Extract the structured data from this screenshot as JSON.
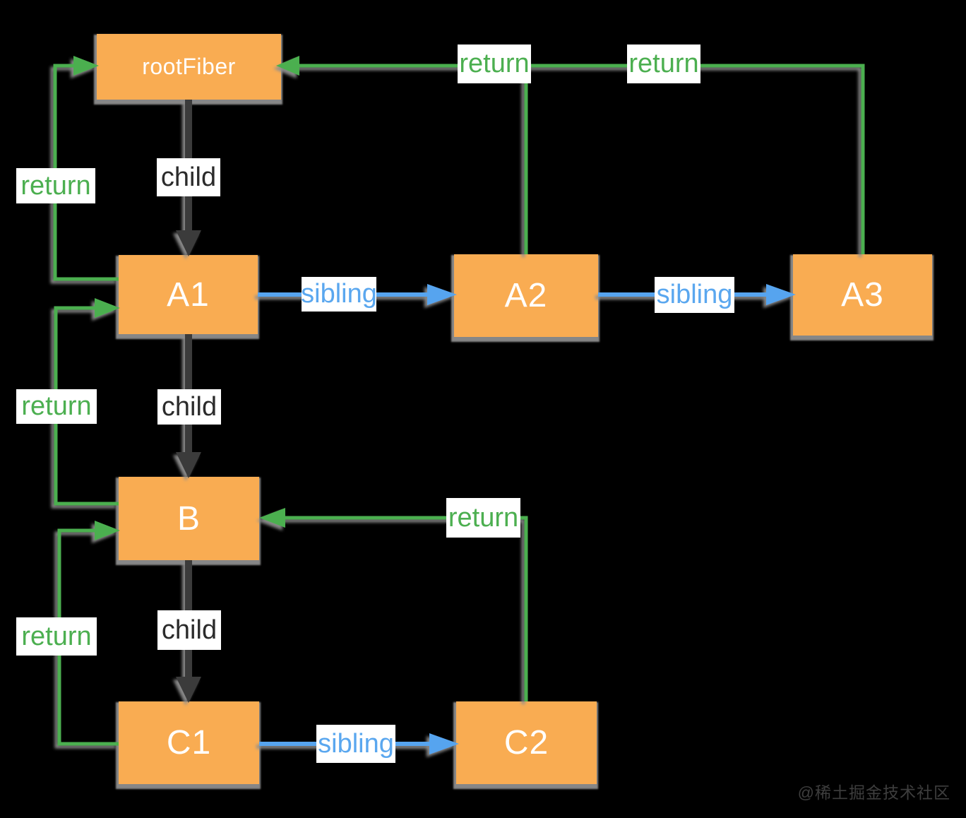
{
  "diagram": {
    "background_color": "#000000",
    "nodes": {
      "rootFiber": "rootFiber",
      "a1": "A1",
      "a2": "A2",
      "a3": "A3",
      "b": "B",
      "c1": "C1",
      "c2": "C2"
    },
    "edge_labels": {
      "child": "child",
      "sibling": "sibling",
      "return": "return"
    },
    "colors": {
      "node_fill": "#F9AC52",
      "node_text": "#FFFFFF",
      "child_edge": "#3A3A3A",
      "sibling_edge": "#57A4EF",
      "return_edge": "#4CAF50",
      "edge_shadow": "#8F8F8F",
      "label_background": "#FFFFFF"
    },
    "watermark": "@稀土掘金技术社区"
  }
}
